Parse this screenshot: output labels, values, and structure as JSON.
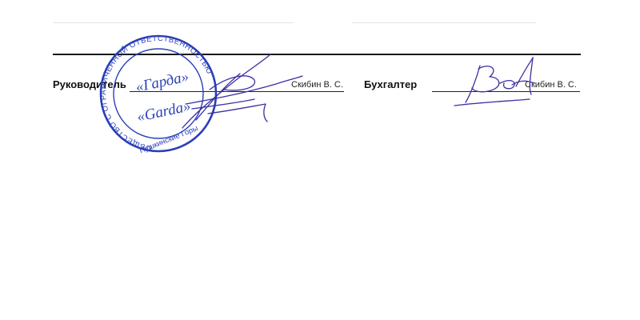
{
  "signatures": {
    "director": {
      "label": "Руководитель",
      "name": "Скибин В. С."
    },
    "accountant": {
      "label": "Бухгалтер",
      "name": "Скибин В. С."
    }
  },
  "stamp": {
    "ring_text": "ОБЩЕСТВО С ОГРАНИЧЕННОЙ ОТВЕТСТВЕННОСТЬЮ",
    "name_ru": "«Гарда»",
    "name_en": "«Garda»",
    "city": "Пушкинские Горы",
    "color": "#2a3fb8"
  },
  "ink_color": "#3a2fa0"
}
